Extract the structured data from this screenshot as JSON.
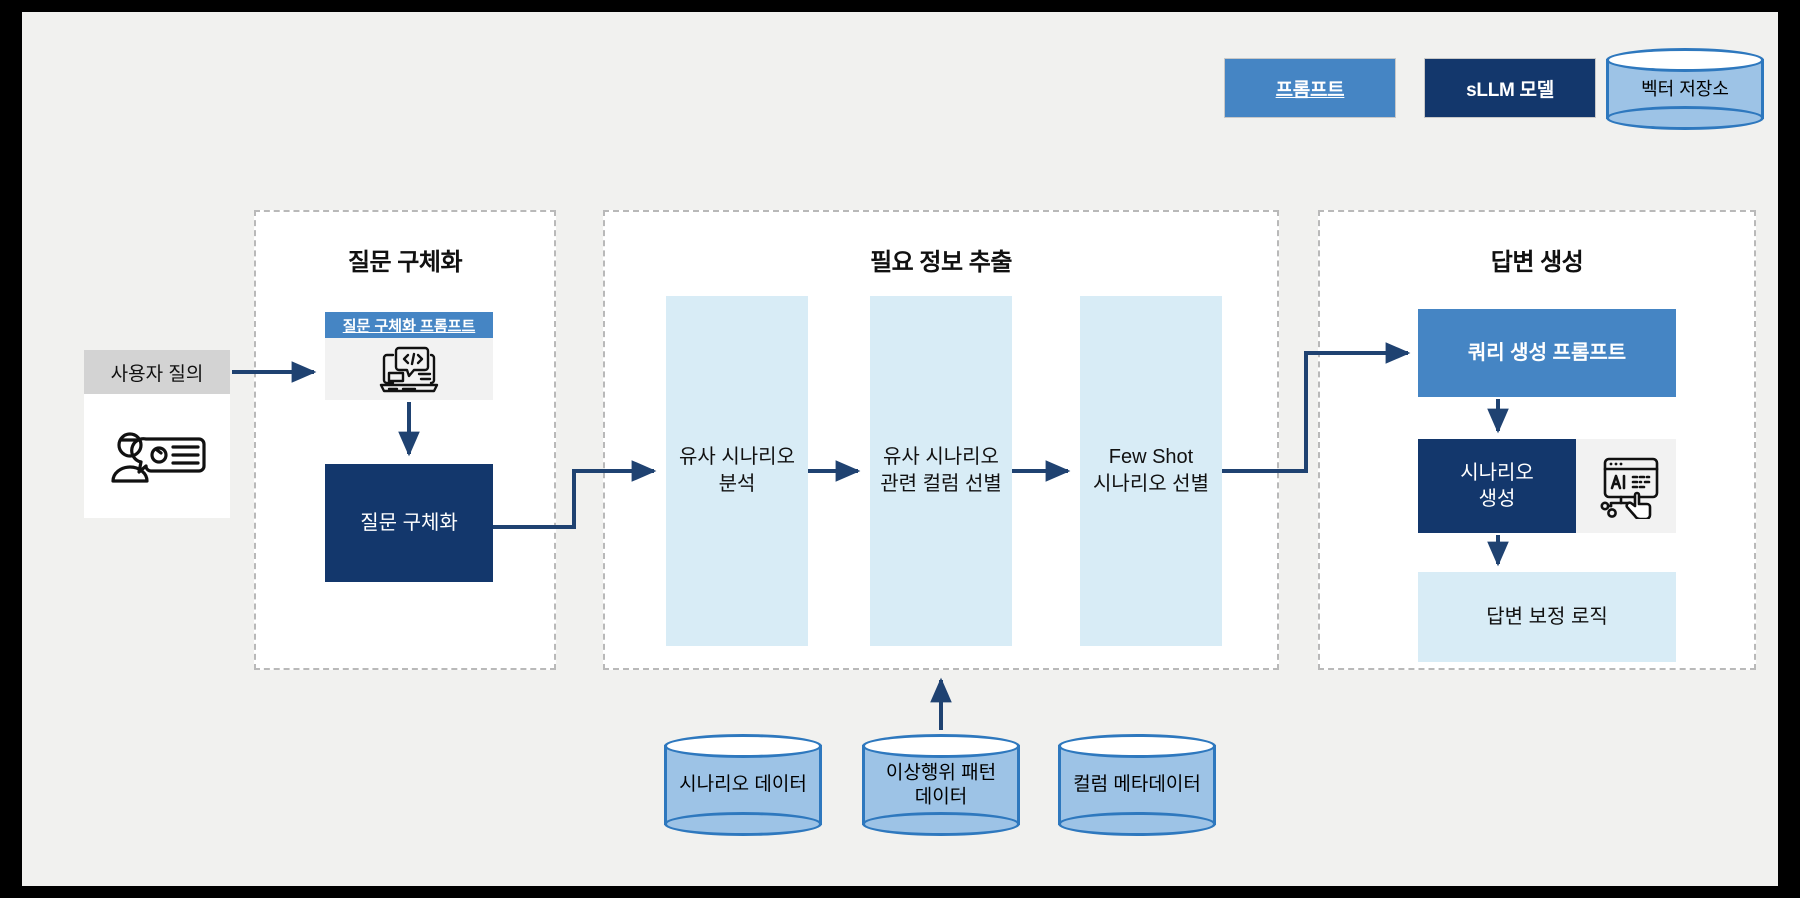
{
  "legend": {
    "items": [
      {
        "label": "프롬프트",
        "shape": "rect",
        "color": "#4585C4",
        "name": "legend-prompt"
      },
      {
        "label": "sLLM 모델",
        "shape": "rect",
        "color": "#13376C",
        "name": "legend-sllm"
      },
      {
        "label": "벡터 저장소",
        "shape": "cylinder",
        "color": "#9DC3E6",
        "name": "legend-vector"
      }
    ]
  },
  "input": {
    "header": "사용자 질의",
    "icon": "user-chat-icon"
  },
  "groups": {
    "question": {
      "title": "질문 구체화",
      "prompt_card": {
        "header": "질문 구체화 프롬프트",
        "icon": "laptop-code-icon"
      },
      "node": "질문 구체화"
    },
    "extract": {
      "title": "필요 정보 추출",
      "pillars": [
        {
          "line1": "유사 시나리오",
          "line2": "분석"
        },
        {
          "line1": "유사 시나리오",
          "line2": "관련 컬럼 선별"
        },
        {
          "line1": "Few Shot",
          "line2": "시나리오 선별"
        }
      ]
    },
    "answer": {
      "title": "답변 생성",
      "query_prompt": "쿼리 생성 프롬프트",
      "scenario_gen": {
        "line1": "시나리오",
        "line2": "생성",
        "icon": "ai-window-cursor-icon"
      },
      "answer_fix": "답변 보정 로직"
    }
  },
  "datastores": [
    {
      "line1": "시나리오 데이터",
      "line2": ""
    },
    {
      "line1": "이상행위 패턴",
      "line2": "데이터"
    },
    {
      "line1": "컬럼 메타데이터",
      "line2": ""
    }
  ],
  "colors": {
    "navy": "#13376C",
    "blue": "#4585C4",
    "light_blue": "#D8ECF6",
    "cylinder_fill": "#9DC3E6",
    "cylinder_stroke": "#2E78BE",
    "group_border": "#B9B9B9",
    "canvas_bg": "#F1F1EF",
    "arrow": "#1F4271",
    "header_gray": "#D3D3D3",
    "panel_gray": "#F2F2F2"
  }
}
